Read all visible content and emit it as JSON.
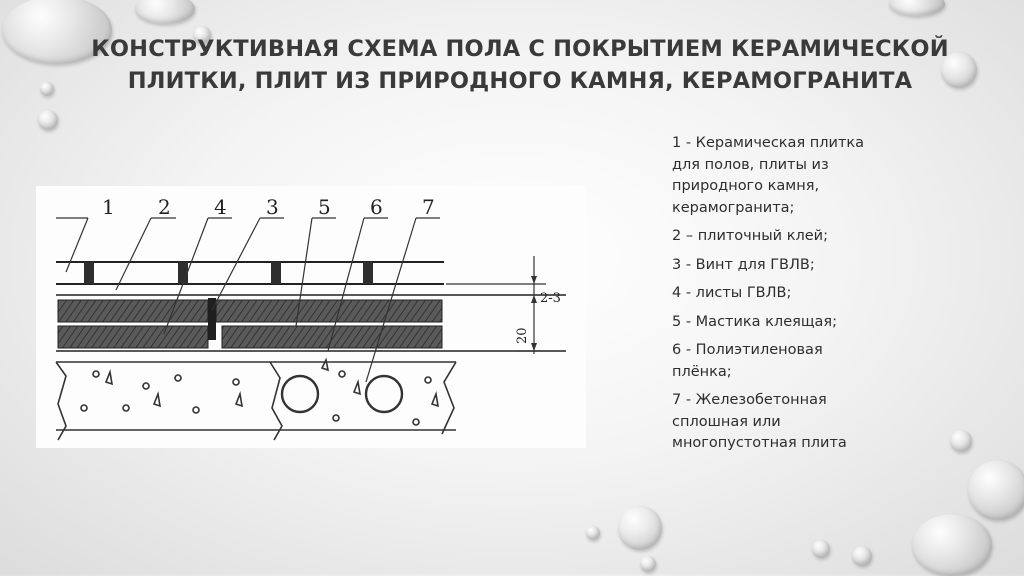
{
  "title": {
    "line1": "КОНСТРУКТИВНАЯ СХЕМА ПОЛА С ПОКРЫТИЕМ КЕРАМИЧЕСКОЙ",
    "line2": "ПЛИТКИ, ПЛИТ ИЗ ПРИРОДНОГО КАМНЯ, КЕРАМОГРАНИТА"
  },
  "diagram": {
    "callouts": [
      "1",
      "2",
      "4",
      "3",
      "5",
      "6",
      "7"
    ],
    "dimensions": [
      "2-3",
      "20"
    ]
  },
  "legend": [
    "1 - Керамическая плитка для полов, плиты из природного камня, керамогранита;",
    "2 – плиточный клей;",
    "3 - Винт для ГВЛВ;",
    "4 - листы ГВЛВ;",
    "5 - Мастика клеящая;",
    "6 - Полиэтиленовая плёнка;",
    "7 - Железобетонная сплошная или многопустотная плита"
  ]
}
